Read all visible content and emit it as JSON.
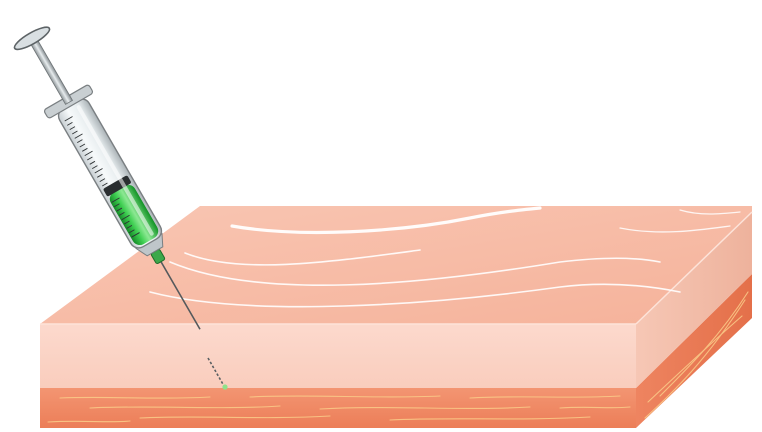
{
  "figure": {
    "subject": "intramuscular-injection",
    "colors": {
      "background": "#ffffff",
      "skin_top": "#f7b9a2",
      "skin_top_light": "#f9c6b3",
      "skin_front": "#fbd3c6",
      "skin_side": "#f3c0ad",
      "muscle": "#f08a67",
      "muscle_dark": "#e9764f",
      "muscle_fiber": "#f9c77f",
      "skin_line": "#ffffff",
      "syringe_barrel": "#e8eef0",
      "syringe_outline": "#7a7f82",
      "syringe_cap": "#c9cfd2",
      "medication": "#23b23a",
      "medication_light": "#7fe08a",
      "needle": "#555a5d",
      "needle_tip": "#8ee28a"
    },
    "layers": [
      "skin-surface",
      "skin-layer",
      "muscle-layer"
    ],
    "tool": "syringe"
  }
}
